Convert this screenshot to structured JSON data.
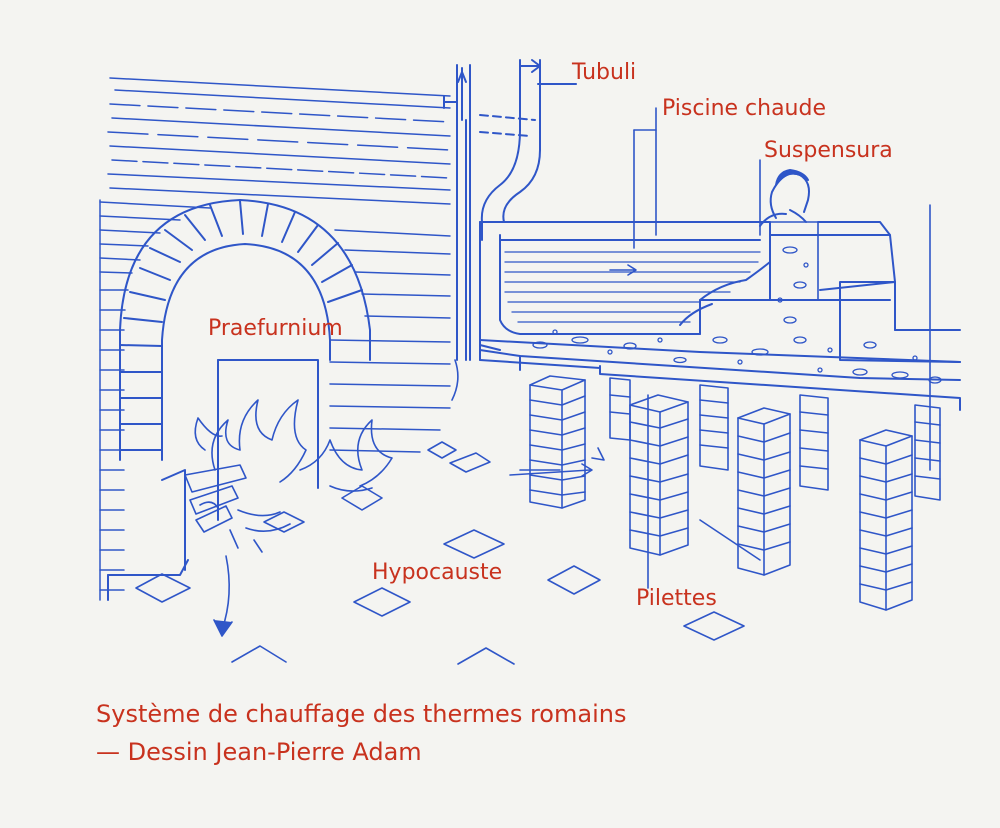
{
  "labels": {
    "tubuli": "Tubuli",
    "piscine_chaude": "Piscine chaude",
    "suspensura": "Suspensura",
    "praefurnium": "Praefurnium",
    "hypocauste": "Hypocauste",
    "pilettes": "Pilettes"
  },
  "caption": {
    "line1": "Système de chauffage des thermes romains",
    "line2": "— Dessin Jean-Pierre Adam"
  },
  "colors": {
    "drawing": "#2f56c8",
    "label": "#c8321e",
    "background": "#f4f4f1"
  }
}
